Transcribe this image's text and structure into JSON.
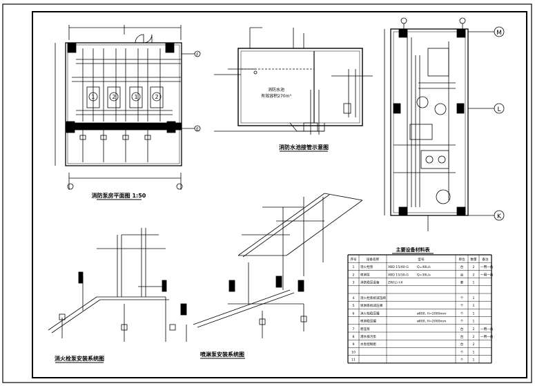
{
  "drawing": {
    "plan_title": "消防泵房平面图 1:50",
    "tank_title": "消防水池接管示意图",
    "hydrant_title": "消火栓泵安装系统图",
    "sprinkler_title": "喷淋泵安装系统图",
    "equipment_title": "主要设备材料表"
  },
  "plan": {
    "axis_labels": [
      "F",
      "E"
    ],
    "pump_numbers": [
      "1",
      "2",
      "1",
      "2"
    ]
  },
  "room": {
    "axis_labels": [
      "M",
      "L",
      "K"
    ]
  },
  "tank": {
    "name": "消防水池",
    "capacity": "有效容积270m³"
  },
  "equipment_table": {
    "headers": [
      "序号",
      "设备名称",
      "型号",
      "单位",
      "数量",
      "备注"
    ],
    "rows": [
      {
        "no": "1",
        "name": "消火栓泵",
        "model": "XBD 15/40-G",
        "spec": "Q=40L/s",
        "unit": "台",
        "qty": "2",
        "note": "一用一备"
      },
      {
        "no": "2",
        "name": "喷淋泵",
        "model": "XBD 15/30-G",
        "spec": "Q=30L/s",
        "unit": "台",
        "qty": "2",
        "note": "一用一备"
      },
      {
        "no": "3",
        "name": "消防稳压设备",
        "model": "ZW(L)-I-X",
        "spec": "",
        "unit": "套",
        "qty": "1",
        "note": ""
      },
      {
        "no": "",
        "name": "",
        "model": "",
        "spec": "",
        "unit": "",
        "qty": "",
        "note": ""
      },
      {
        "no": "4",
        "name": "消火栓系统减压阀",
        "model": "",
        "spec": "",
        "unit": "个",
        "qty": "1",
        "note": ""
      },
      {
        "no": "5",
        "name": "喷淋系统减压阀",
        "model": "",
        "spec": "",
        "unit": "个",
        "qty": "1",
        "note": ""
      },
      {
        "no": "6",
        "name": "消火栓稳压罐",
        "model": "",
        "spec": "ø800, H=2000mm",
        "unit": "个",
        "qty": "1",
        "note": ""
      },
      {
        "no": "",
        "name": "喷淋稳压罐",
        "model": "",
        "spec": "ø800, H=2000mm",
        "unit": "个",
        "qty": "1",
        "note": ""
      },
      {
        "no": "7",
        "name": "稳压泵",
        "model": "",
        "spec": "",
        "unit": "台",
        "qty": "2",
        "note": "一用一备"
      },
      {
        "no": "8",
        "name": "潜水排污泵",
        "model": "",
        "spec": "",
        "unit": "台",
        "qty": "2",
        "note": "一用一备"
      },
      {
        "no": "9",
        "name": "水泵控制柜",
        "model": "",
        "spec": "",
        "unit": "台",
        "qty": "2",
        "note": ""
      },
      {
        "no": "10",
        "name": "",
        "model": "",
        "spec": "",
        "unit": "个",
        "qty": "1",
        "note": ""
      },
      {
        "no": "11",
        "name": "",
        "model": "",
        "spec": "",
        "unit": "个",
        "qty": "1",
        "note": ""
      }
    ]
  }
}
